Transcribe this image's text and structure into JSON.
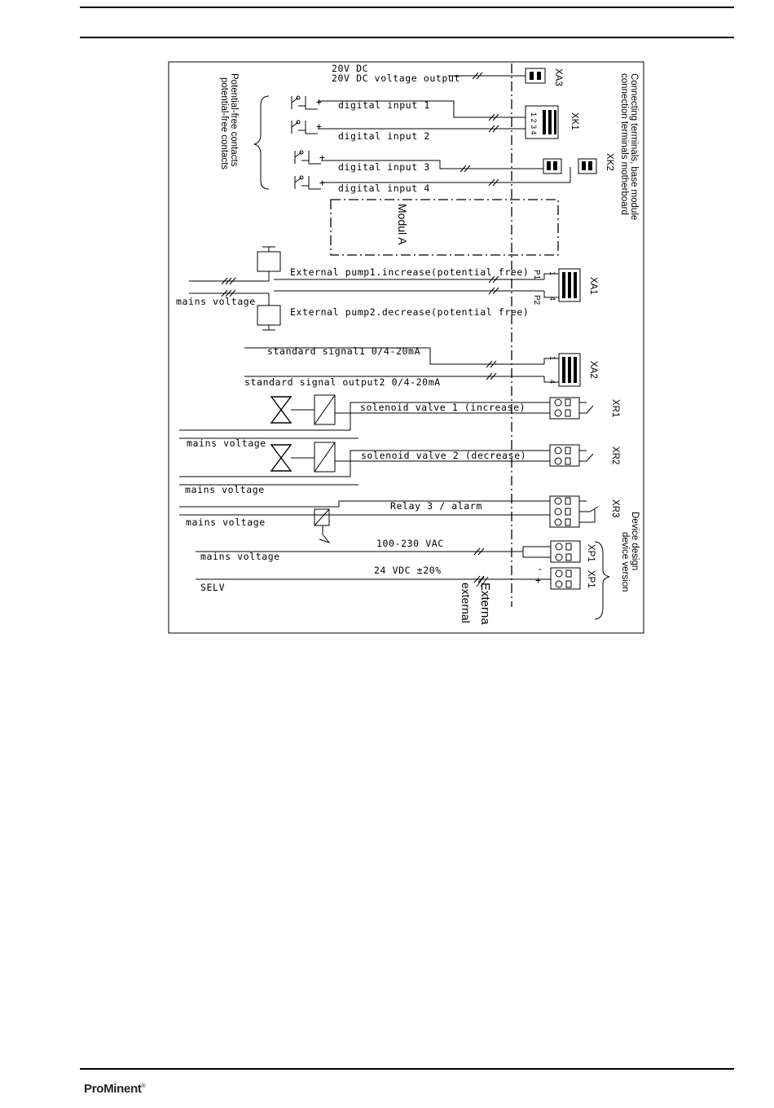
{
  "brand": {
    "name": "ProMinent",
    "mark": "®"
  },
  "labels": {
    "v20_dc": "20V DC",
    "v20_dc_out": "20V DC voltage output",
    "pot_free_1": "Potential-free contacts",
    "pot_free_2": "potential-free contacts",
    "di1": "digital input 1",
    "di2": "digital input 2",
    "di3": "digital input 3",
    "di4": "digital input 4",
    "modul": "Modul A",
    "conn_1": "Connecting terminals, base module",
    "conn_2": "connection terminals motherboard",
    "pump1": "External pump1.increase(potential free)",
    "pump2": "External pump2.decrease(potential free)",
    "mains": "mains voltage",
    "p1": "P1",
    "p2": "P2",
    "std1": "standard signal1 0/4-20mA",
    "std2": "standard signal output2 0/4-20mA",
    "sol1": "solenoid valve 1 (increase)",
    "sol2": "solenoid valve 2 (decrease)",
    "relay3": "Relay 3 / alarm",
    "vac": "100-230 VAC",
    "vdc": "24 VDC ±20%",
    "selv": "SELV",
    "ext_1": "Externa",
    "ext_2": "external",
    "dev_1": "Device design",
    "dev_2": "device version",
    "xa3": "XA3",
    "xk1": "XK1",
    "xk2": "XK2",
    "xa1": "XA1",
    "xa2": "XA2",
    "xr1": "XR1",
    "xr2": "XR2",
    "xr3": "XR3",
    "xp1": "XP1",
    "pin1": "1",
    "pin4": "4",
    "pins_xk1": "1 2 3 4",
    "plus": "+",
    "minus": "-"
  }
}
